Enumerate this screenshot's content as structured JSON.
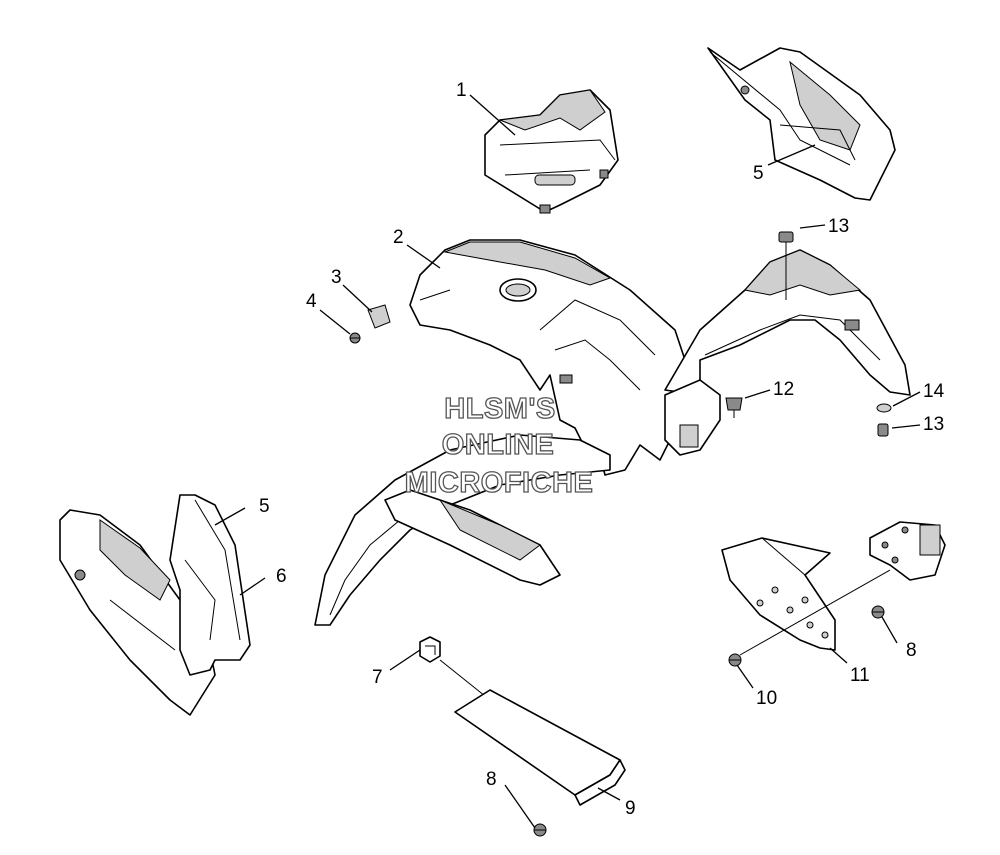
{
  "watermark": {
    "line1": "HLSM'S",
    "line2": "ONLINE",
    "line3": "MICROFICHE"
  },
  "callouts": [
    {
      "id": "c1",
      "label": "1"
    },
    {
      "id": "c2",
      "label": "2"
    },
    {
      "id": "c3",
      "label": "3"
    },
    {
      "id": "c4",
      "label": "4"
    },
    {
      "id": "c5a",
      "label": "5"
    },
    {
      "id": "c5b",
      "label": "5"
    },
    {
      "id": "c6",
      "label": "6"
    },
    {
      "id": "c7",
      "label": "7"
    },
    {
      "id": "c8a",
      "label": "8"
    },
    {
      "id": "c8b",
      "label": "8"
    },
    {
      "id": "c9",
      "label": "9"
    },
    {
      "id": "c10",
      "label": "10"
    },
    {
      "id": "c11",
      "label": "11"
    },
    {
      "id": "c12",
      "label": "12"
    },
    {
      "id": "c13a",
      "label": "13"
    },
    {
      "id": "c13b",
      "label": "13"
    },
    {
      "id": "c14",
      "label": "14"
    }
  ]
}
